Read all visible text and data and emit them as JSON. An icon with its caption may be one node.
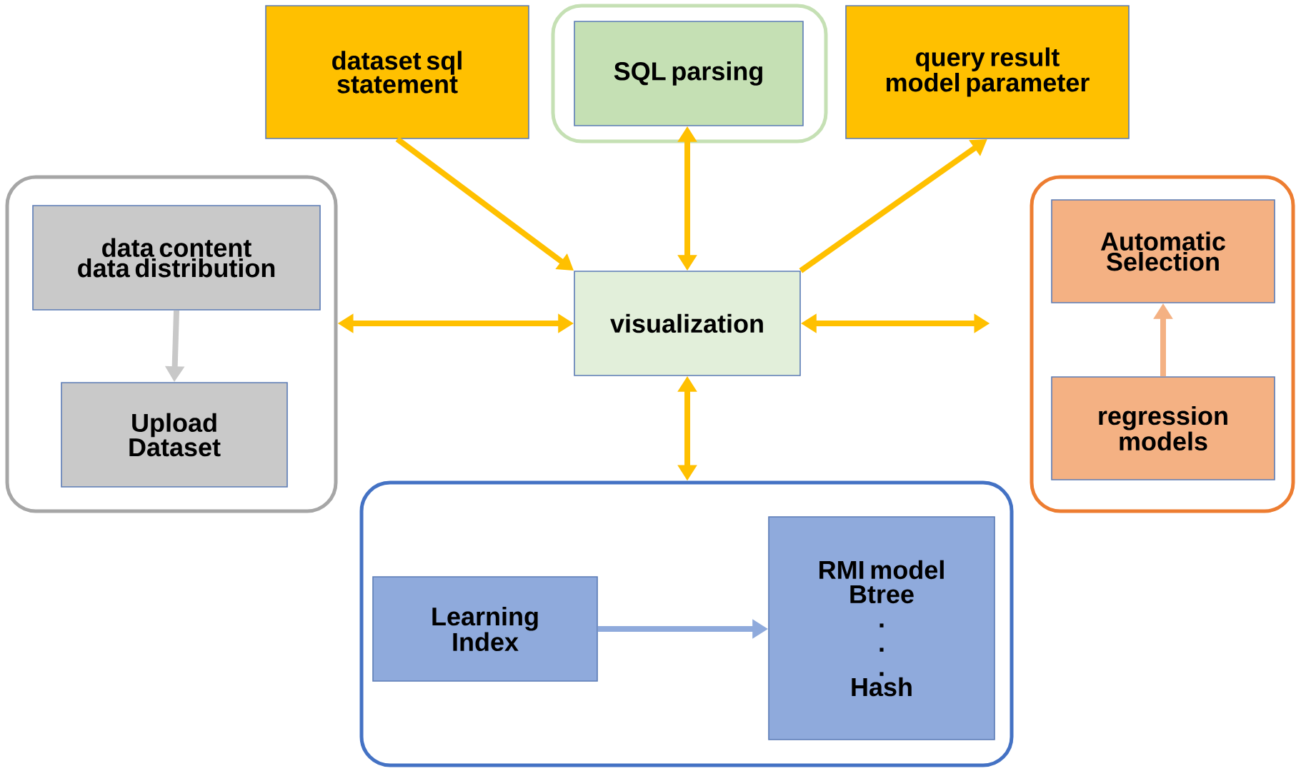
{
  "diagram": {
    "nodes": [
      {
        "text": [
          "dataset sql statement"
        ]
      },
      {
        "text": [],
        "shape": "box"
      },
      {
        "text": [
          "SQL parsing"
        ],
        "in": 1
      },
      {
        "text": [
          "query result model parameter"
        ]
      },
      {
        "text": [],
        "shape": "box"
      },
      {
        "text": [
          "data content data distribution"
        ],
        "in": 4
      },
      {
        "text": [
          "Upload Dataset"
        ],
        "in": 4
      },
      {
        "text": [
          "visualization"
        ]
      },
      {
        "text": [],
        "shape": "box"
      },
      {
        "text": [
          "Automatic Selection"
        ],
        "in": 8
      },
      {
        "text": [
          "regression models"
        ],
        "in": 8
      },
      {
        "text": [],
        "shape": "box"
      },
      {
        "text": [
          "Learning Index"
        ],
        "in": 11
      },
      {
        "text": [
          "RMI model",
          "Btree",
          ".",
          ".",
          ".",
          "Hash"
        ],
        "in": 11
      }
    ],
    "edges": [
      {
        "from": 0,
        "to": 7,
        "arrow": "to"
      },
      {
        "from": 7,
        "to": 2,
        "arrow": "both"
      },
      {
        "from": 7,
        "to": 3,
        "arrow": "to"
      },
      {
        "from": 4,
        "to": 7,
        "arrow": "both"
      },
      {
        "from": 7,
        "to": 8,
        "arrow": "both"
      },
      {
        "from": 7,
        "to": 11,
        "arrow": "both"
      },
      {
        "from": 5,
        "to": 6,
        "arrow": "to",
        "color": "#c8c8c8"
      },
      {
        "from": 10,
        "to": 9,
        "arrow": "to",
        "color": "#f4b183"
      },
      {
        "from": 12,
        "to": 13,
        "arrow": "to",
        "color": "#8faadc"
      }
    ]
  }
}
